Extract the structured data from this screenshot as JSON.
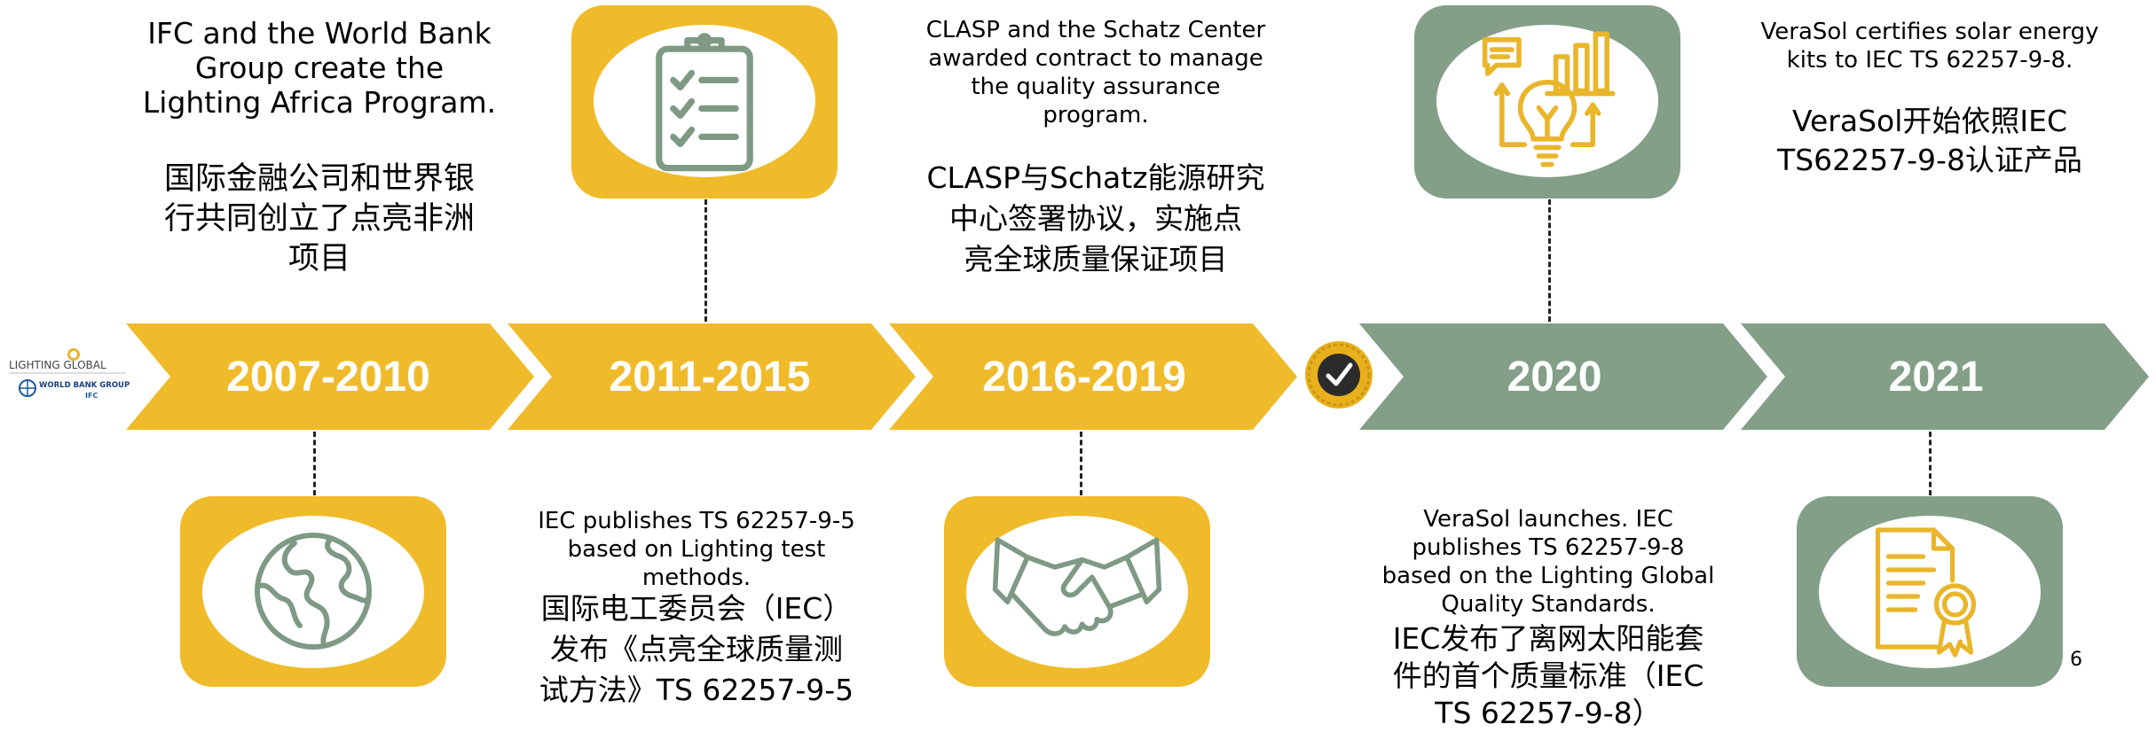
{
  "colors": {
    "gold": "#F0BB2B",
    "sage": "#849F87",
    "icon_sage": "#7E9A85",
    "icon_gold": "#E9B52A"
  },
  "timeline": [
    {
      "year": "2007-2010",
      "color": "gold"
    },
    {
      "year": "2011-2015",
      "color": "gold"
    },
    {
      "year": "2016-2019",
      "color": "gold"
    },
    {
      "year": "2020",
      "color": "sage"
    },
    {
      "year": "2021",
      "color": "sage"
    }
  ],
  "events": {
    "e2007": {
      "en": "IFC and the World Bank\nGroup create the\nLighting Africa Program.",
      "zh": "国际金融公司和世界银\n行共同创立了点亮非洲\n项目",
      "icon": "globe-icon"
    },
    "e2011": {
      "en": "IEC publishes TS 62257-9-5\nbased on Lighting test\nmethods.",
      "zh": "国际电工委员会（IEC）\n发布《点亮全球质量测\n试方法》TS 62257-9-5",
      "icon": "clipboard-checklist-icon"
    },
    "e2016": {
      "en": "CLASP and the Schatz Center\nawarded contract to manage\nthe quality assurance\nprogram.",
      "zh": "CLASP与Schatz能源研究\n中心签署协议，实施点\n亮全球质量保证项目",
      "icon": "handshake-icon"
    },
    "e2020": {
      "en": "VeraSol launches. IEC\npublishes TS 62257-9-8\nbased on the Lighting Global\nQuality Standards.",
      "zh": "IEC发布了离网太阳能套\n件的首个质量标准（IEC\nTS 62257-9-8）",
      "icon": "lightbulb-chart-icon"
    },
    "e2021": {
      "en": "VeraSol certifies solar energy\nkits to IEC TS 62257-9-8.",
      "zh": "VeraSol开始依照IEC\nTS62257-9-8认证产品",
      "icon": "certificate-icon"
    }
  },
  "logos": {
    "lighting_global": "LIGHTING GLOBAL",
    "world_bank": "WORLD BANK GROUP",
    "ifc": "IFC"
  },
  "page_number": "6"
}
